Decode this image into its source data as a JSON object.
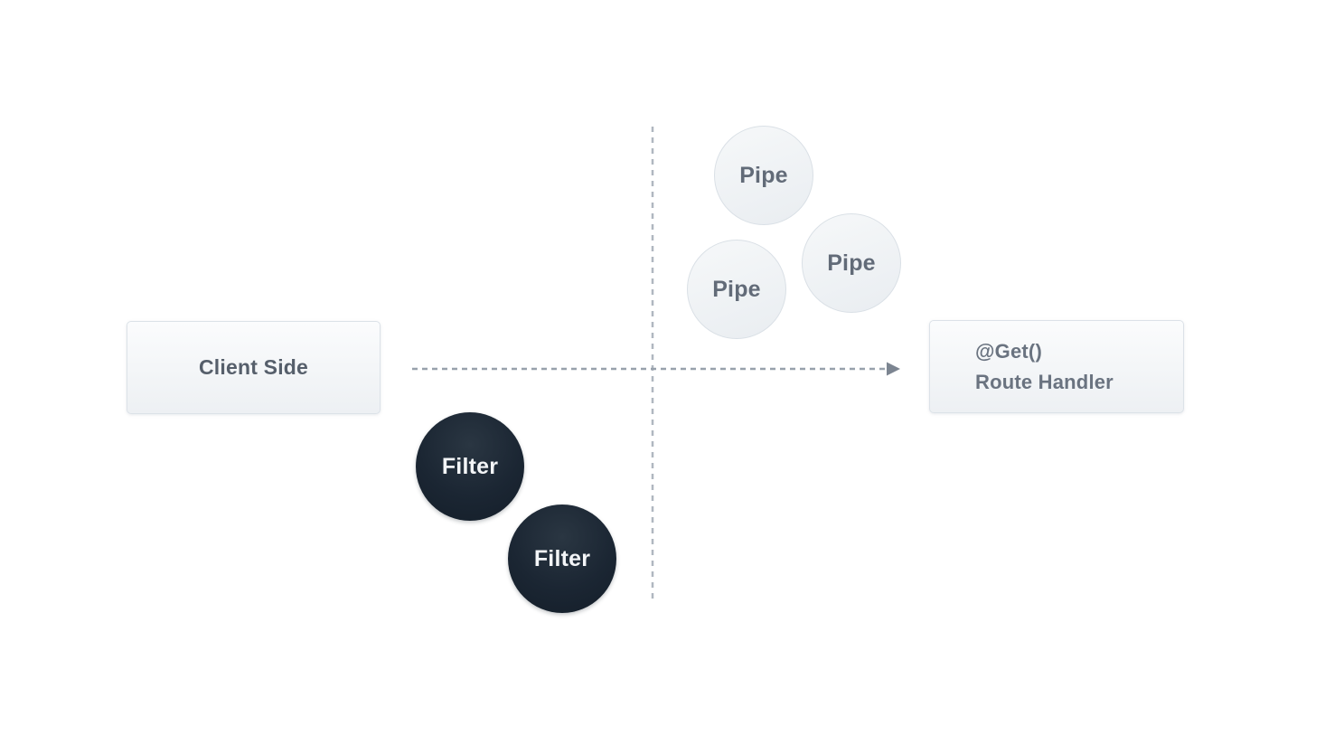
{
  "diagram": {
    "nodes": {
      "client": {
        "label": "Client Side"
      },
      "route_handler": {
        "decorator": "@Get()",
        "label": "Route Handler"
      },
      "pipes": [
        {
          "label": "Pipe"
        },
        {
          "label": "Pipe"
        },
        {
          "label": "Pipe"
        }
      ],
      "filters": [
        {
          "label": "Filter"
        },
        {
          "label": "Filter"
        }
      ]
    },
    "colors": {
      "background": "#ffffff",
      "box_border": "#dce2e8",
      "box_fill": "#eef1f4",
      "box_text": "#5c6571",
      "pipe_fill": "#edf0f3",
      "pipe_border": "#dae0e6",
      "pipe_text": "#626b78",
      "filter_fill": "#1b2633",
      "filter_text": "#f3f5f7",
      "connector_horizontal": "#98a1ac",
      "connector_vertical": "#b0b7c0",
      "arrowhead": "#7c8591"
    }
  }
}
